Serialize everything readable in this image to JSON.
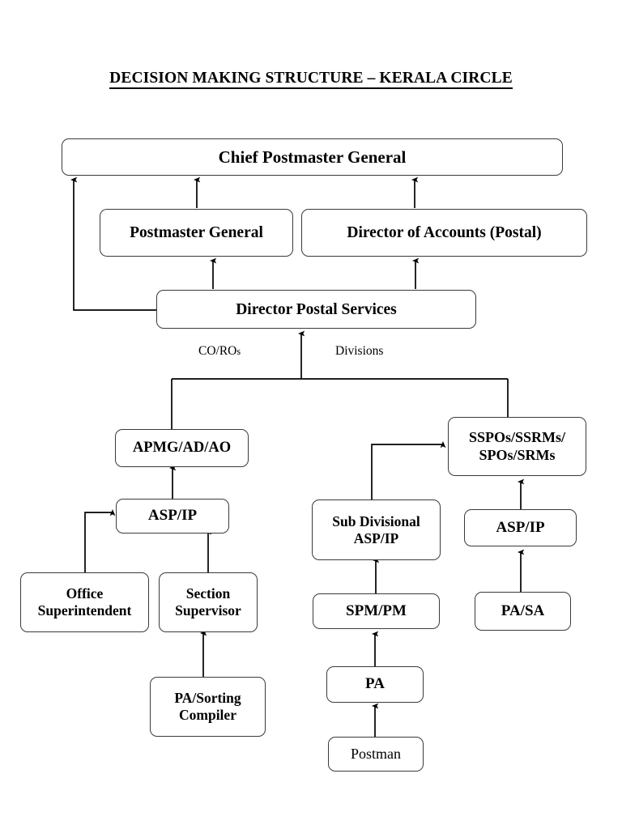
{
  "title": "DECISION MAKING STRUCTURE – KERALA CIRCLE",
  "chart_data": {
    "type": "diagram",
    "title": "DECISION MAKING STRUCTURE – KERALA CIRCLE",
    "subtype": "organizational-hierarchy-flowchart",
    "nodes": [
      {
        "id": "cpmg",
        "label": "Chief Postmaster General",
        "level": 0
      },
      {
        "id": "pmg",
        "label": "Postmaster General",
        "level": 1
      },
      {
        "id": "doa",
        "label": "Director of Accounts (Postal)",
        "level": 1
      },
      {
        "id": "dps",
        "label": "Director Postal Services",
        "level": 2
      },
      {
        "id": "apmg",
        "label": "APMG/AD/AO",
        "level": 3
      },
      {
        "id": "sspos",
        "label": "SSPOs/SSRMs/\nSPOs/SRMs",
        "level": 3
      },
      {
        "id": "asp_left",
        "label": "ASP/IP",
        "level": 4
      },
      {
        "id": "subdiv",
        "label": "Sub Divisional\nASP/IP",
        "level": 4
      },
      {
        "id": "asp_right",
        "label": "ASP/IP",
        "level": 4
      },
      {
        "id": "officesup",
        "label": "Office\nSuperintendent",
        "level": 5
      },
      {
        "id": "sectsup",
        "label": "Section\nSupervisor",
        "level": 5
      },
      {
        "id": "spmpm",
        "label": "SPM/PM",
        "level": 5
      },
      {
        "id": "pasa",
        "label": "PA/SA",
        "level": 5
      },
      {
        "id": "pasort",
        "label": "PA/Sorting\nCompiler",
        "level": 6
      },
      {
        "id": "pa",
        "label": "PA",
        "level": 6
      },
      {
        "id": "postman",
        "label": "Postman",
        "level": 7
      }
    ],
    "edges": [
      {
        "from": "pmg",
        "to": "cpmg",
        "arrow": true
      },
      {
        "from": "doa",
        "to": "cpmg",
        "arrow": true
      },
      {
        "from": "dps",
        "to": "cpmg",
        "arrow": true
      },
      {
        "from": "dps",
        "to": "pmg",
        "arrow": true
      },
      {
        "from": "dps",
        "to": "doa",
        "arrow": true
      },
      {
        "from": "bus",
        "to": "dps",
        "arrow": true
      },
      {
        "from": "bus",
        "to": "apmg",
        "arrow": false
      },
      {
        "from": "bus",
        "to": "sspos",
        "arrow": false
      },
      {
        "from": "asp_left",
        "to": "apmg",
        "arrow": true
      },
      {
        "from": "officesup",
        "to": "asp_left",
        "arrow": true
      },
      {
        "from": "sectsup",
        "to": "asp_left",
        "arrow": true
      },
      {
        "from": "pasort",
        "to": "sectsup",
        "arrow": true
      },
      {
        "from": "subdiv",
        "to": "sspos",
        "arrow": true
      },
      {
        "from": "spmpm",
        "to": "subdiv",
        "arrow": true
      },
      {
        "from": "pa",
        "to": "spmpm",
        "arrow": true
      },
      {
        "from": "postman",
        "to": "pa",
        "arrow": true
      },
      {
        "from": "asp_right",
        "to": "sspos",
        "arrow": true
      },
      {
        "from": "pasa",
        "to": "asp_right",
        "arrow": true
      }
    ],
    "edge_labels": [
      "CO/ROs",
      "Divisions"
    ],
    "colors": {
      "box_border": "#3a3a3a",
      "line": "#000000",
      "text": "#000000",
      "background": "#ffffff"
    }
  },
  "nodes": {
    "cpmg": "Chief Postmaster General",
    "pmg": "Postmaster General",
    "doa": "Director of Accounts (Postal)",
    "dps": "Director Postal Services",
    "apmg": "APMG/AD/AO",
    "sspos_line1": "SSPOs/SSRMs/",
    "sspos_line2": "SPOs/SRMs",
    "asp_left": "ASP/IP",
    "subdiv_line1": "Sub Divisional",
    "subdiv_line2": "ASP/IP",
    "asp_right": "ASP/IP",
    "officesup_line1": "Office",
    "officesup_line2": "Superintendent",
    "sectsup_line1": "Section",
    "sectsup_line2": "Supervisor",
    "spmpm": "SPM/PM",
    "pasa": "PA/SA",
    "pasort_line1": "PA/Sorting",
    "pasort_line2": "Compiler",
    "pa": "PA",
    "postman": "Postman"
  },
  "labels": {
    "co_ros_main": "CO/RO",
    "co_ros_suffix": "s",
    "divisions": "Divisions"
  }
}
